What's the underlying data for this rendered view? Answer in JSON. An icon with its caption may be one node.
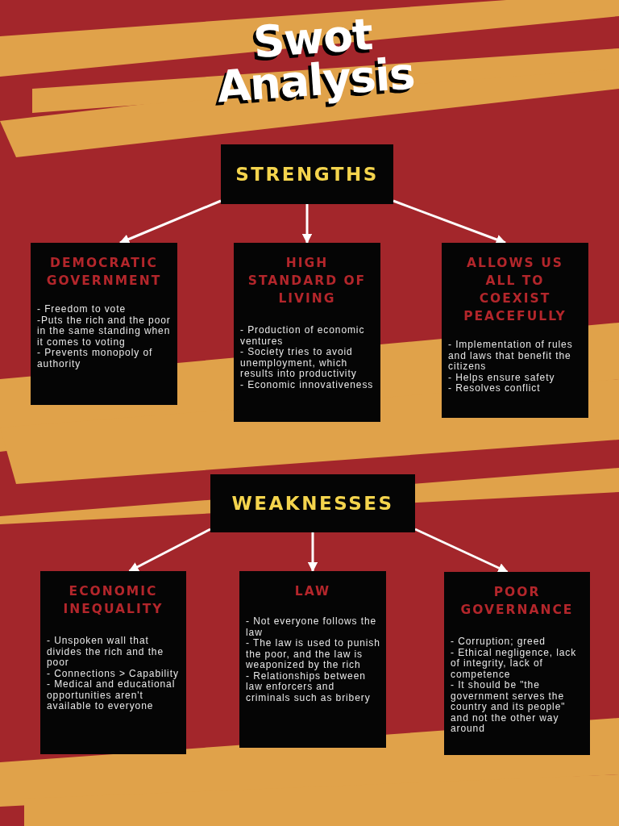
{
  "diagram": {
    "title": "Swot Analysis",
    "nodes": [
      {
        "text": [
          "STRENGTHS"
        ]
      },
      {
        "text": [
          "DEMOCRATIC GOVERNMENT",
          "- Freedom to vote",
          "-Puts the rich and the poor in the same standing when it comes to voting",
          "- Prevents monopoly of authority"
        ]
      },
      {
        "text": [
          "HIGH STANDARD OF LIVING",
          "- Production of economic ventures",
          "- Society tries to avoid unemployment, which results into productivity",
          "- Economic innovativeness"
        ]
      },
      {
        "text": [
          "ALLOWS US ALL TO COEXIST PEACEFULLY",
          "- Implementation of rules and laws that benefit the citizens",
          "- Helps ensure safety",
          "- Resolves conflict"
        ]
      },
      {
        "text": [
          "WEAKNESSES"
        ]
      },
      {
        "text": [
          "ECONOMIC INEQUALITY",
          "- Unspoken wall that divides the rich and the poor",
          "- Connections > Capability",
          "- Medical and educational opportunities aren't available to everyone"
        ]
      },
      {
        "text": [
          "LAW",
          "- Not everyone follows the law",
          "- The law is used to punish the poor, and the law is weaponized by the rich",
          "- Relationships between law enforcers and criminals such as bribery"
        ]
      },
      {
        "text": [
          "POOR GOVERNANCE",
          "- Corruption; greed",
          "- Ethical negligence, lack of integrity, lack of competence",
          "- It should be \"the government serves the country and its people\" and not the other way around"
        ]
      }
    ],
    "edges": [
      {
        "from": 0,
        "to": 1,
        "arrow": "to"
      },
      {
        "from": 0,
        "to": 2,
        "arrow": "to"
      },
      {
        "from": 0,
        "to": 3,
        "arrow": "to"
      },
      {
        "from": 4,
        "to": 5,
        "arrow": "to"
      },
      {
        "from": 4,
        "to": 6,
        "arrow": "to"
      },
      {
        "from": 4,
        "to": 7,
        "arrow": "to"
      }
    ]
  }
}
